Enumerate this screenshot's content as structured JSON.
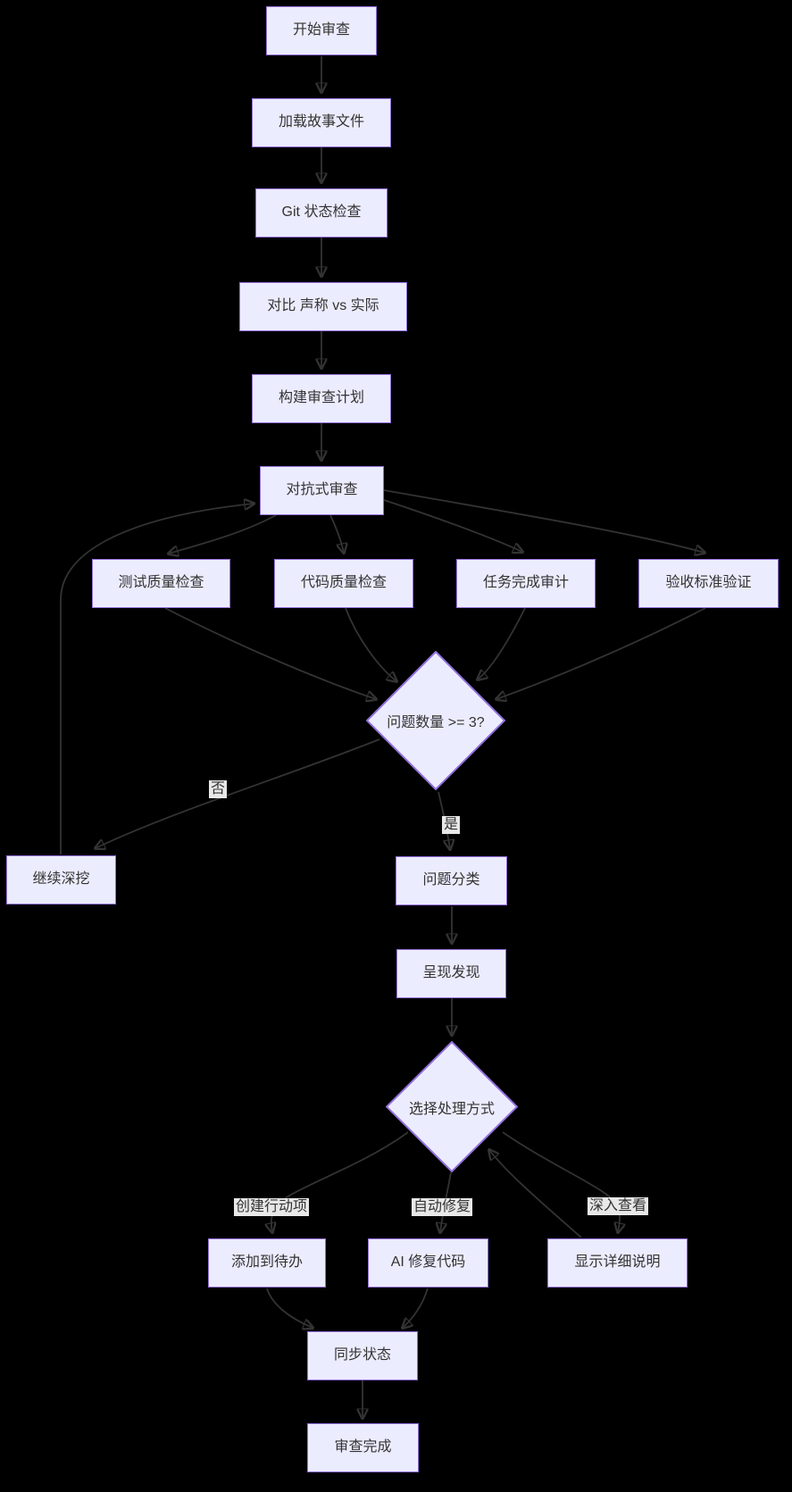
{
  "style": {
    "bg": "#000000",
    "node_fill": "#ECECFF",
    "node_border": "#9370DB",
    "edge_color": "#333333",
    "text_color": "#333333",
    "label_bg": "#e8e8e8"
  },
  "nodes": {
    "start": {
      "label": "开始审查"
    },
    "load_story": {
      "label": "加载故事文件"
    },
    "git_check": {
      "label": "Git 状态检查"
    },
    "compare": {
      "label": "对比 声称 vs 实际"
    },
    "build_plan": {
      "label": "构建审查计划"
    },
    "adversarial": {
      "label": "对抗式审查"
    },
    "test_quality": {
      "label": "测试质量检查"
    },
    "code_quality": {
      "label": "代码质量检查"
    },
    "task_audit": {
      "label": "任务完成审计"
    },
    "acceptance": {
      "label": "验收标准验证"
    },
    "issue_count": {
      "label": "问题数量 >= 3?"
    },
    "dig_deeper": {
      "label": "继续深挖"
    },
    "classify": {
      "label": "问题分类"
    },
    "present": {
      "label": "呈现发现"
    },
    "choose": {
      "label": "选择处理方式"
    },
    "add_todo": {
      "label": "添加到待办"
    },
    "ai_fix": {
      "label": "AI 修复代码"
    },
    "show_details": {
      "label": "显示详细说明"
    },
    "sync_status": {
      "label": "同步状态"
    },
    "done": {
      "label": "审查完成"
    }
  },
  "edge_labels": {
    "no": "否",
    "yes": "是",
    "create_action": "创建行动项",
    "auto_fix": "自动修复",
    "deep_view": "深入查看"
  }
}
